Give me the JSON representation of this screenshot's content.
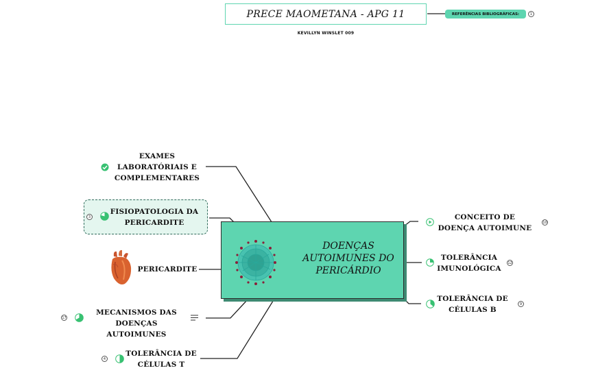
{
  "header": {
    "title": "PRECE MAOMETANA - APG 11",
    "subtitle": "KEVILLYN WINSLET 009",
    "reference_label": "REFERÊNCIAS BIBLIOGRÁFICAS:",
    "reference_count": "1"
  },
  "central": {
    "title": "DOENÇAS AUTOIMUNES DO PERICÁRDIO",
    "image": "virus-illustration"
  },
  "left_topics": [
    {
      "label": "EXAMES LABORATÓRIAIS E COMPLEMENTARES",
      "icon": "check-icon",
      "count": ""
    },
    {
      "label": "FISIOPATOLOGIA DA PERICARDITE",
      "icon": "progress-icon",
      "count": "3",
      "selected": true
    },
    {
      "label": "PERICARDITE",
      "icon": "heart-illustration",
      "count": ""
    },
    {
      "label": "MECANISMOS DAS DOENÇAS AUTOIMUNES",
      "icon": "progress-icon",
      "count": "17",
      "note_icon": "notes-icon"
    },
    {
      "label": "TOLERÂNCIA DE CÉLULAS T",
      "icon": "progress-icon",
      "count": "4"
    }
  ],
  "right_topics": [
    {
      "label": "CONCEITO DE DOENÇA AUTOIMUNE",
      "icon": "play-icon",
      "count": "10"
    },
    {
      "label": "TOLERÂNCIA IMUNOLÓGICA",
      "icon": "progress-icon",
      "count": "12"
    },
    {
      "label": "TOLERÂNCIA DE CÉLULAS B",
      "icon": "progress-icon",
      "count": "9"
    }
  ],
  "colors": {
    "accent": "#5ed5b0",
    "accent_dark": "#3e8a73",
    "progress": "#38c172",
    "line": "#222222"
  }
}
